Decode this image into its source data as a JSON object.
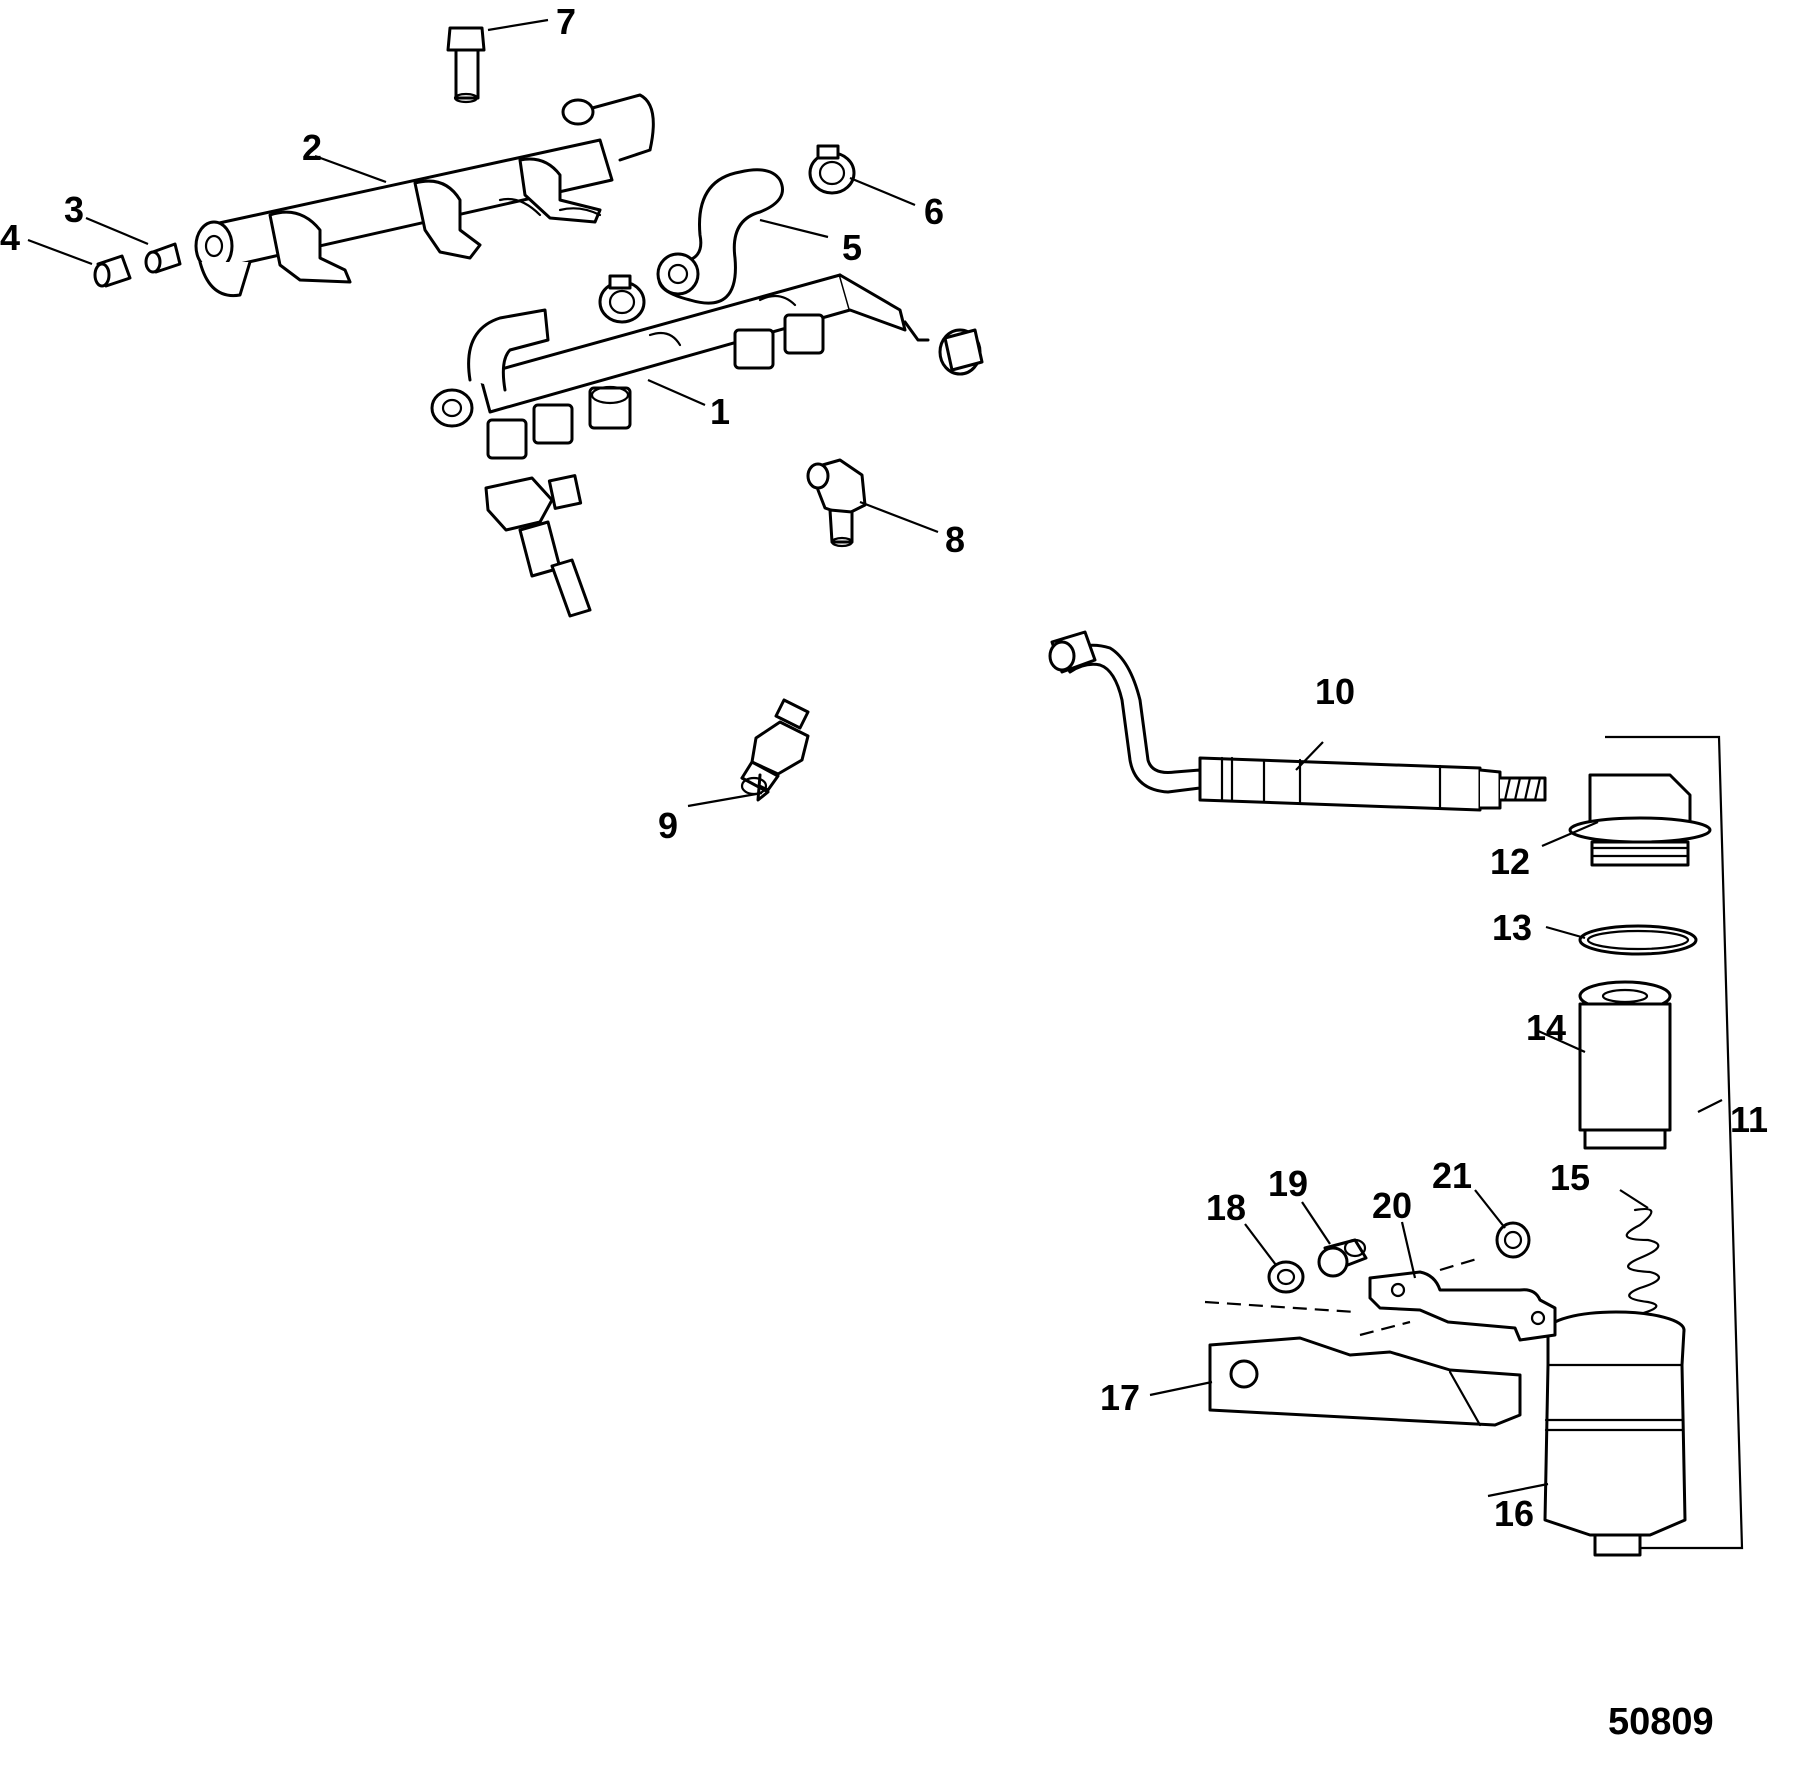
{
  "diagram": {
    "drawing_number": "50809",
    "callouts": [
      "1",
      "2",
      "3",
      "4",
      "5",
      "6",
      "7",
      "8",
      "9",
      "10",
      "11",
      "12",
      "13",
      "14",
      "15",
      "16",
      "17",
      "18",
      "19",
      "20",
      "21"
    ],
    "parts": {
      "p1": "fuel-rail-with-injectors",
      "p2": "fuel-rail-upper",
      "p3": "fitting",
      "p4": "cap",
      "p5": "hose",
      "p6": "hose-clamp",
      "p7": "screw",
      "p8": "elbow-fitting",
      "p9": "pressure-sensor",
      "p10": "fuel-line",
      "p11": "filter-assembly",
      "p12": "filter-head",
      "p13": "o-ring",
      "p14": "filter-element",
      "p15": "spring",
      "p16": "filter-bowl",
      "p17": "bracket",
      "p18": "washer",
      "p19": "screw",
      "p20": "strap",
      "p21": "nut"
    }
  }
}
